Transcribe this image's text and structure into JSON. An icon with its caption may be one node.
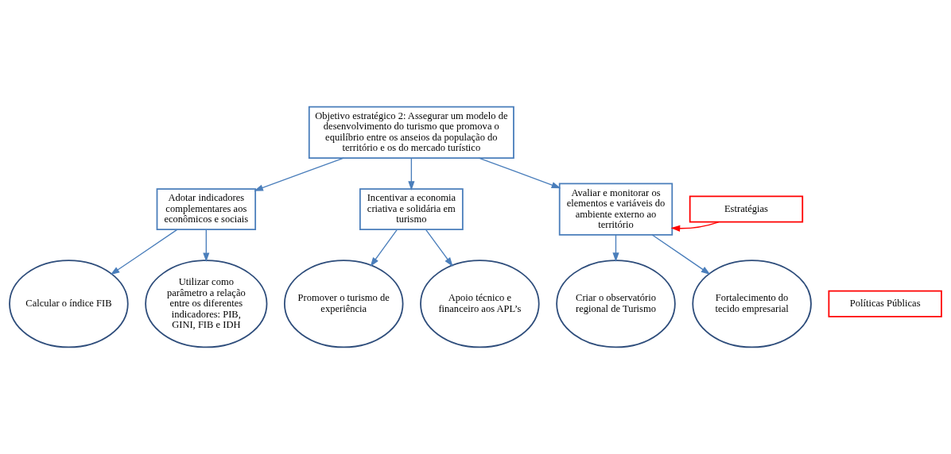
{
  "diagram": {
    "nodes": [
      {
        "text": [
          "Objetivo estratégico 2: Assegurar um modelo de desenvolvimento do turismo que promova o equilíbrio entre os anseios da população do território e os do mercado turístico"
        ]
      },
      {
        "text": [
          "Adotar indicadores complementares aos econômicos e sociais"
        ]
      },
      {
        "text": [
          "Incentivar a economia criativa e solidária em turismo"
        ]
      },
      {
        "text": [
          "Avaliar e monitorar os elementos e variáveis do ambiente externo ao território"
        ]
      },
      {
        "text": [
          "Calcular o índice FIB"
        ]
      },
      {
        "text": [
          "Utilizar como parâmetro a relação entre os diferentes indicadores: PIB, GINI, FIB e IDH"
        ]
      },
      {
        "text": [
          "Promover o turismo de experiência"
        ]
      },
      {
        "text": [
          "Apoio técnico e financeiro aos APL’s"
        ]
      },
      {
        "text": [
          "Criar o observatório regional de Turismo"
        ]
      },
      {
        "text": [
          "Fortalecimento do tecido empresarial"
        ]
      },
      {
        "text": [
          "Estratégias"
        ]
      },
      {
        "text": [
          "Políticas Públicas"
        ]
      }
    ],
    "edges": [
      {
        "from": 0,
        "to": 1,
        "arrow": "to"
      },
      {
        "from": 0,
        "to": 2,
        "arrow": "to"
      },
      {
        "from": 0,
        "to": 3,
        "arrow": "to"
      },
      {
        "from": 1,
        "to": 4,
        "arrow": "to"
      },
      {
        "from": 1,
        "to": 5,
        "arrow": "to"
      },
      {
        "from": 2,
        "to": 6,
        "arrow": "to"
      },
      {
        "from": 2,
        "to": 7,
        "arrow": "to"
      },
      {
        "from": 3,
        "to": 8,
        "arrow": "to"
      },
      {
        "from": 3,
        "to": 9,
        "arrow": "to"
      },
      {
        "from": 10,
        "to": 3,
        "arrow": "to",
        "color": "#ff0000"
      }
    ]
  }
}
